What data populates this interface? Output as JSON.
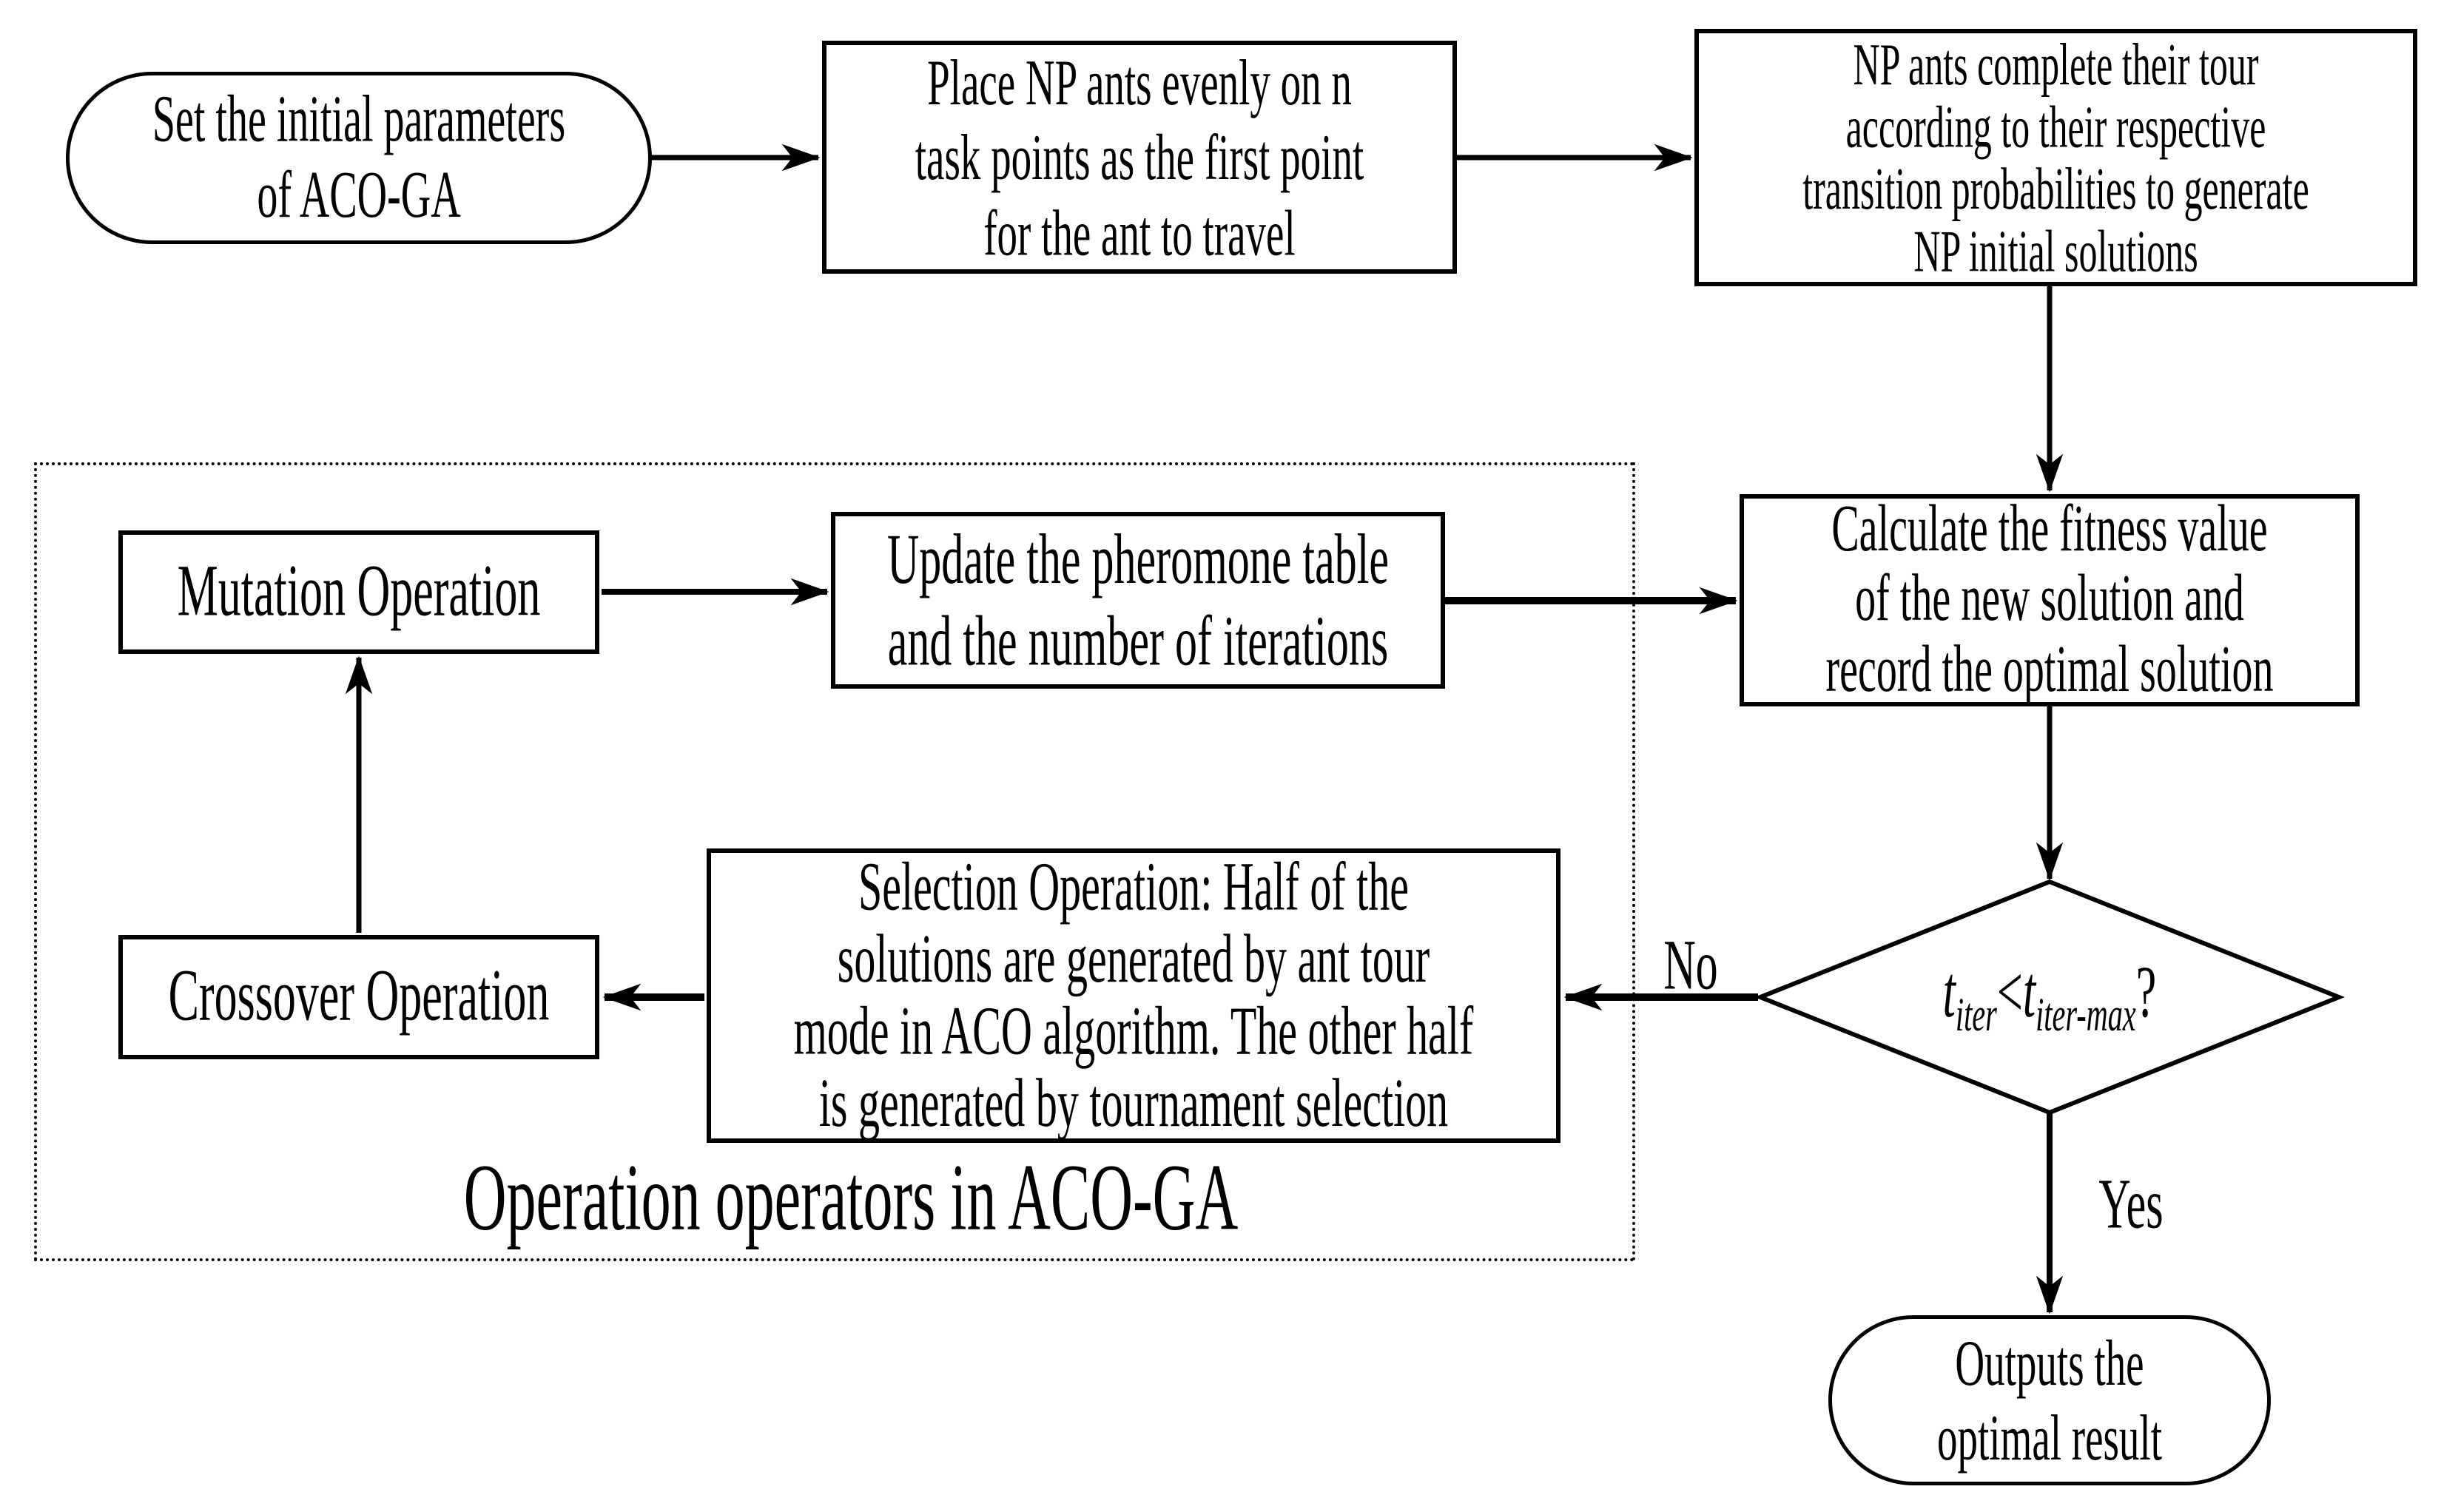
{
  "labels": {
    "no": "No",
    "yes": "Yes",
    "group_caption": "Operation operators in ACO-GA"
  },
  "nodes": {
    "start": {
      "shape": "stadium",
      "lines": [
        "Set the initial parameters",
        "of ACO-GA"
      ]
    },
    "place_ants": {
      "shape": "rect",
      "lines": [
        "Place NP ants evenly on n",
        "task points as the first point",
        "for the ant to travel"
      ]
    },
    "complete_tour": {
      "shape": "rect",
      "lines": [
        "NP ants complete their tour",
        "according to their respective",
        "transition probabilities to generate",
        "NP initial solutions"
      ]
    },
    "calc_fitness": {
      "shape": "rect",
      "lines": [
        "Calculate the fitness value",
        "of the new solution and",
        "record the optimal solution"
      ]
    },
    "decision": {
      "shape": "diamond",
      "base1": "t",
      "sub1": "iter",
      "op": "<",
      "base2": "t",
      "sub2": "iter-max",
      "suffix": "?"
    },
    "selection": {
      "shape": "rect",
      "lines": [
        "Selection Operation: Half of the",
        "solutions are generated by ant tour",
        "mode in ACO algorithm. The other half",
        "is generated by tournament selection"
      ]
    },
    "crossover": {
      "shape": "rect",
      "lines": [
        "Crossover Operation"
      ]
    },
    "mutation": {
      "shape": "rect",
      "lines": [
        "Mutation Operation"
      ]
    },
    "update_pheromone": {
      "shape": "rect",
      "lines": [
        "Update the pheromone table",
        "and the number of iterations"
      ]
    },
    "output": {
      "shape": "stadium",
      "lines": [
        "Outputs the",
        "optimal result"
      ]
    }
  },
  "edges": [
    {
      "from": "start",
      "to": "place_ants",
      "label": ""
    },
    {
      "from": "place_ants",
      "to": "complete_tour",
      "label": ""
    },
    {
      "from": "complete_tour",
      "to": "calc_fitness",
      "label": ""
    },
    {
      "from": "calc_fitness",
      "to": "decision",
      "label": ""
    },
    {
      "from": "decision",
      "to": "selection",
      "label": "No"
    },
    {
      "from": "decision",
      "to": "output",
      "label": "Yes"
    },
    {
      "from": "selection",
      "to": "crossover",
      "label": ""
    },
    {
      "from": "crossover",
      "to": "mutation",
      "label": ""
    },
    {
      "from": "mutation",
      "to": "update_pheromone",
      "label": ""
    },
    {
      "from": "update_pheromone",
      "to": "calc_fitness",
      "label": ""
    }
  ],
  "colors": {
    "stroke": "#000000",
    "background": "#ffffff"
  }
}
